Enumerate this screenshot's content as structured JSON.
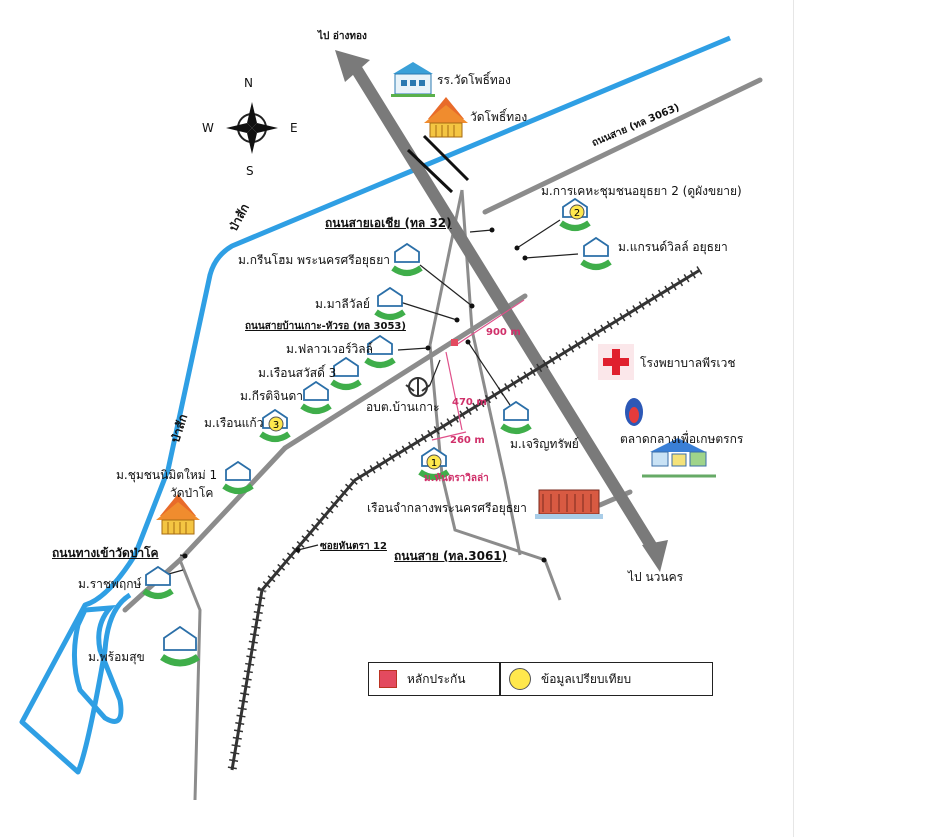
{
  "compass": {
    "n": "N",
    "s": "S",
    "e": "E",
    "w": "W"
  },
  "roads": {
    "to_angthong": "ไป อ่างทอง",
    "to_nakhonsawan": "ไป นวนคร",
    "road_3063": "ถนนสาย (ทล 3063)",
    "asia_road": "ถนนสายเอเชีย (ทล 32)",
    "bankoh_road": "ถนนสายบ้านเกาะ-หัวรอ (ทล 3053)",
    "road_3061": "ถนนสาย (ทล.3061)",
    "soi": "ซอยหันตรา 12",
    "wat_road": "ถนนทางเข้าวัดป่าโค"
  },
  "rivers": {
    "pasak_1": "ป่าสัก",
    "pasak_2": "ป่าสัก"
  },
  "landmarks": {
    "school": "รร.วัดโพธิ์ทอง",
    "temple": "วัดโพธิ์ทอง",
    "wat_pakho": "วัดป่าโค",
    "hospital": "โรงพยาบาลพีรเวช",
    "market": "ตลาดกลางเพื่อเกษตรกร",
    "prison": "เรือนจำกลางพระนครศรีอยุธยา",
    "sao": "อบต.บ้านเกาะ"
  },
  "villages": {
    "karnkeha": "ม.การเคหะชุมชนอยุธยา 2 (ดูผังขยาย)",
    "grandville": "ม.แกรนด์วิลล์ อยุธยา",
    "greenhome": "ม.กรีนโฮม พระนครศรีอยุธยา",
    "maleewan": "ม.มาลีวัลย์",
    "flowerville": "ม.ฟลาวเวอร์วิลล์",
    "ruensawat": "ม.เรือนสวัสดิ์ 3",
    "kittinda": "ม.กีรติจินดา",
    "ruenkaew": "ม.เรือนแก้ว",
    "chumchon": "ม.ชุมชนนิมิตใหม่ 1",
    "ratchapruk": "ม.ราชพฤกษ์",
    "promsuk": "ม.พร้อมสุข",
    "charoensap": "ม.เจริญทรัพย์",
    "hantra": "ม.หันตราวิลล่า"
  },
  "badges": {
    "b1": "1",
    "b2": "2",
    "b3": "3"
  },
  "distances": {
    "d900": "900 m",
    "d470": "470 m",
    "d260": "260 m"
  },
  "legend": {
    "collateral": "หลักประกัน",
    "comparison": "ข้อมูลเปรียบเทียบ"
  },
  "colors": {
    "river": "#2f9fe4",
    "road": "#8c8c8c",
    "main_highway": "#7a7a7a",
    "village_green": "#3fae4a",
    "dimension": "#e0508a",
    "legend_red": "#e34a5f",
    "legend_yellow": "#ffe84d"
  }
}
